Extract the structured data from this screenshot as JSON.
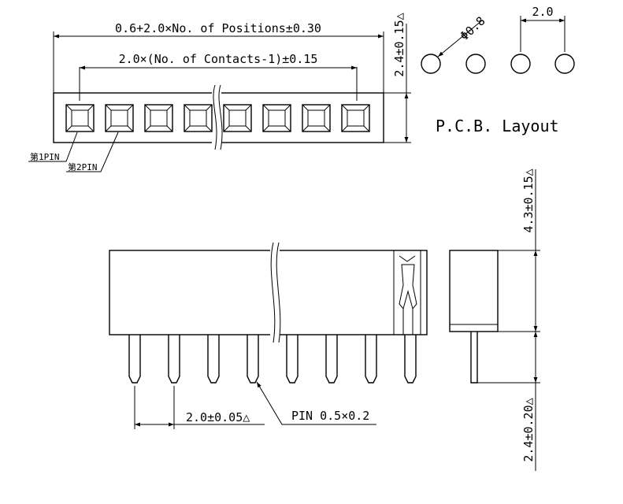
{
  "labels": {
    "overall_length": "0.6+2.0×No. of Positions±0.30",
    "contact_span": "2.0×(No. of Contacts-1)±0.15",
    "height_top": "2.4±0.15△",
    "pin1": "第1PIN",
    "pin2": "第2PIN",
    "hole_dia": "Φ0.8",
    "pcb_pitch": "2.0",
    "pcb_title": "P.C.B. Layout",
    "body_height": "4.3±0.15△",
    "pin_pitch": "2.0±0.05△",
    "pin_size": "PIN 0.5×0.2",
    "tail_length": "2.4±0.20△"
  },
  "colors": {
    "line": "#000000",
    "background": "#ffffff"
  }
}
